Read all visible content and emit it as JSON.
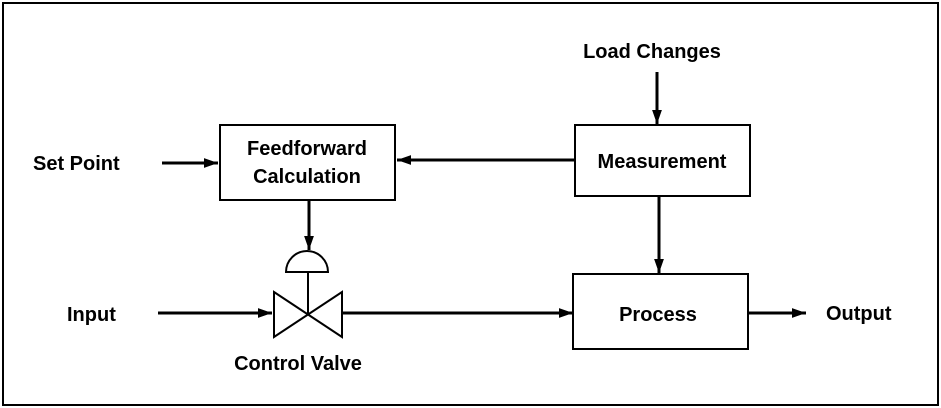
{
  "diagram": {
    "load_changes": "Load Changes",
    "set_point": "Set Point",
    "feedforward_line1": "Feedforward",
    "feedforward_line2": "Calculation",
    "measurement": "Measurement",
    "input": "Input",
    "control_valve": "Control Valve",
    "process": "Process",
    "output": "Output"
  },
  "colors": {
    "line": "#000000",
    "background": "#ffffff"
  }
}
